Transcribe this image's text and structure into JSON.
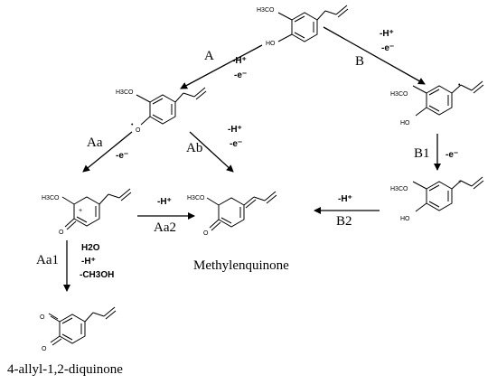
{
  "molecule_labels": {
    "methoxy": "H3CO",
    "hydroxy": "HO",
    "oxo": "O",
    "radical_dot": "•",
    "plus": "+"
  },
  "steps": {
    "A": {
      "label": "A",
      "reagents": [
        "-H⁺",
        "-e⁻"
      ]
    },
    "B": {
      "label": "B",
      "reagents": [
        "-H⁺",
        "-e⁻"
      ]
    },
    "Aa": {
      "label": "Aa",
      "reagents": [
        "-e⁻"
      ]
    },
    "Ab": {
      "label": "Ab",
      "reagents": [
        "-H⁺",
        "-e⁻"
      ]
    },
    "B1": {
      "label": "B1",
      "reagents": [
        "-e⁻"
      ]
    },
    "Aa2": {
      "label": "Aa2",
      "reagents": [
        "-H⁺"
      ]
    },
    "B2": {
      "label": "B2",
      "reagents": [
        "-H⁺"
      ]
    },
    "Aa1": {
      "label": "Aa1",
      "reagents": [
        "H2O",
        "-H⁺",
        "-CH3OH"
      ]
    }
  },
  "products": {
    "methylenquinone": "Methylenquinone",
    "diquinone": "4-allyl-1,2-diquinone"
  }
}
